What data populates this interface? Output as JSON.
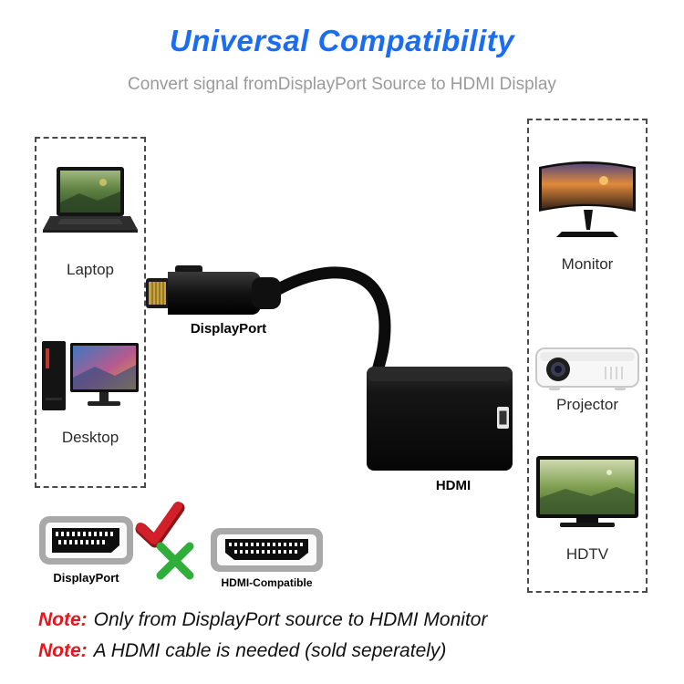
{
  "header": {
    "title": "Universal Compatibility",
    "subtitle": "Convert signal fromDisplayPort Source to HDMI Display"
  },
  "sources": {
    "laptop_label": "Laptop",
    "desktop_label": "Desktop"
  },
  "displays": {
    "monitor_label": "Monitor",
    "projector_label": "Projector",
    "hdtv_label": "HDTV"
  },
  "adapter": {
    "connector_label": "DisplayPort",
    "output_label": "HDMI"
  },
  "ports": {
    "dp_label": "DisplayPort",
    "hdmi_label": "HDMI-Compatible"
  },
  "notes": [
    {
      "prefix": "Note:",
      "text": "Only from DisplayPort source to HDMI Monitor"
    },
    {
      "prefix": "Note:",
      "text": "A HDMI cable is needed (sold seperately)"
    }
  ],
  "colors": {
    "title_blue": "#1a6df2",
    "note_red": "#e8141e",
    "check_red": "#d21f2a",
    "cross_green": "#2fae3a"
  }
}
